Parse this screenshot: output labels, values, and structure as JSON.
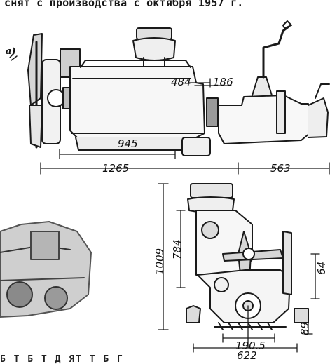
{
  "document": {
    "header_text": "снят с производства с октября 1957 г.",
    "panel_label": "а)",
    "footer_text": "Б Т Б Т Д ЯТ Т Б Г",
    "dimensions": {
      "length_top": "484",
      "offset_top": "186",
      "block_length": "945",
      "engine_length": "1265",
      "gearbox_length": "563",
      "total_height": "1009",
      "upper_height": "784",
      "side_64": "64",
      "side_89": "89",
      "base_width": "190.5",
      "overall_width": "622"
    }
  }
}
